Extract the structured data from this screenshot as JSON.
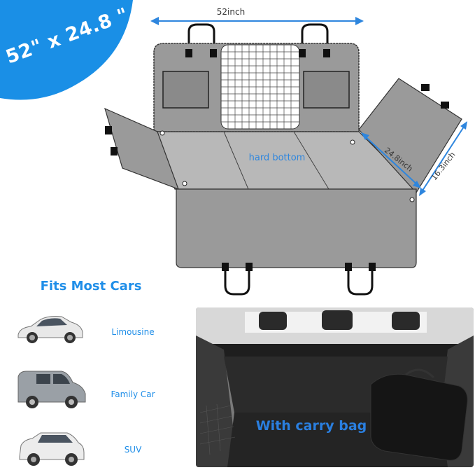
{
  "badge": {
    "text": "52\" x 24.8 \""
  },
  "dimensions": {
    "top_width": "52inch",
    "diagonal": "24.8inch",
    "side": "16.3inch"
  },
  "seat": {
    "center_label": "hard bottom"
  },
  "fits": {
    "title": "Fits Most Cars",
    "cars": [
      {
        "label": "Limousine",
        "icon": "sedan-car-image"
      },
      {
        "label": "Family Car",
        "icon": "van-car-image"
      },
      {
        "label": "SUV",
        "icon": "suv-car-image"
      }
    ]
  },
  "photo": {
    "caption": "With carry bag"
  },
  "colors": {
    "accent": "#1f8ee8",
    "cover_gray": "#9a9a9a",
    "cover_light": "#b8b8b8",
    "badge_blue": "#1a8fe6"
  }
}
